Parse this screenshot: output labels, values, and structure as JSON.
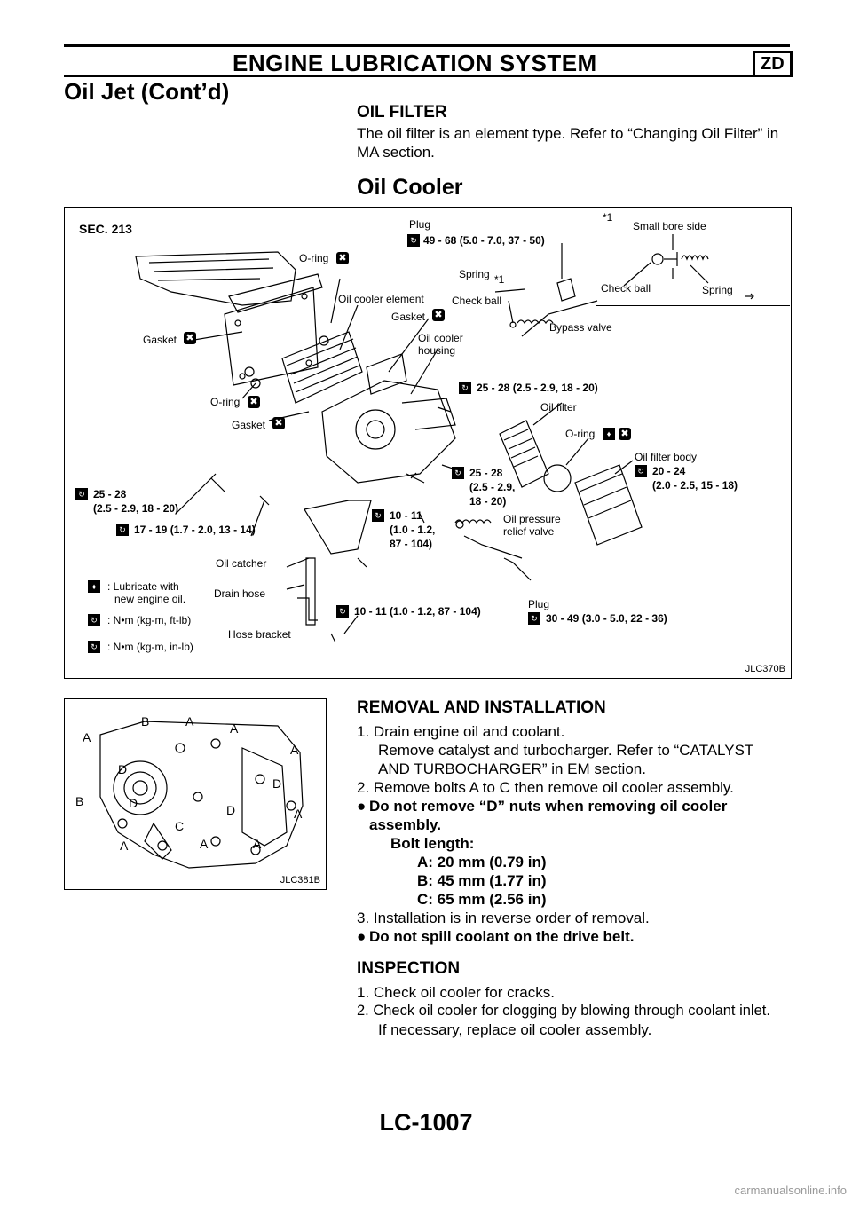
{
  "header": {
    "title": "ENGINE LUBRICATION SYSTEM",
    "badge": "ZD",
    "subtitle": "Oil Jet (Cont’d)"
  },
  "oil_filter": {
    "heading": "OIL FILTER",
    "text_line1": "The oil filter is an element type. Refer to “Changing Oil Filter” in",
    "text_line2": "MA section."
  },
  "oil_cooler": {
    "heading": "Oil Cooler"
  },
  "figure1": {
    "id": "JLC370B",
    "sec": "SEC. 213",
    "labels": {
      "plug_top": "Plug",
      "plug_top_torque": "49 - 68 (5.0 - 7.0, 37 - 50)",
      "note_star": "*1",
      "small_bore": "Small bore side",
      "check_ball_inset": "Check ball",
      "spring_inset": "Spring",
      "o_ring_1": "O-ring",
      "spring": "Spring",
      "spring_star": "*1",
      "oil_cooler_element": "Oil cooler element",
      "check_ball": "Check ball",
      "gasket_1": "Gasket",
      "gasket_left": "Gasket",
      "oil_cooler_housing_1": "Oil cooler",
      "oil_cooler_housing_2": "housing",
      "bypass_valve": "Bypass valve",
      "torque_25_28_top": "25 - 28 (2.5 - 2.9, 18 - 20)",
      "o_ring_2": "O-ring",
      "oil_filter": "Oil filter",
      "gasket_2": "Gasket",
      "o_ring_3": "O-ring",
      "oil_filter_body": "Oil filter body",
      "torque_20_24_a": "20 - 24",
      "torque_20_24_b": "(2.0 - 2.5, 15 - 18)",
      "torque_25_28_mid_a": "25 - 28",
      "torque_25_28_mid_b": "(2.5 - 2.9,",
      "torque_25_28_mid_c": "18 - 20)",
      "torque_25_28_left_a": "25 - 28",
      "torque_25_28_left_b": "(2.5 - 2.9, 18 - 20)",
      "torque_10_11_a": "10 - 11",
      "torque_10_11_b": "(1.0 - 1.2,",
      "torque_10_11_c": "87 - 104)",
      "oil_pressure_1": "Oil pressure",
      "oil_pressure_2": "relief valve",
      "torque_17_19": "17 - 19 (1.7 - 2.0, 13 - 14)",
      "oil_catcher": "Oil catcher",
      "legend_lube_1": ": Lubricate with",
      "legend_lube_2": "new engine oil.",
      "drain_hose": "Drain hose",
      "torque_10_11_bottom": "10 - 11 (1.0 - 1.2, 87 - 104)",
      "plug_bottom": "Plug",
      "plug_bottom_torque": "30 - 49 (3.0 - 5.0, 22 - 36)",
      "legend_nm_ftlb": ": N•m (kg-m, ft-lb)",
      "hose_bracket": "Hose bracket",
      "legend_nm_inlb": ": N•m (kg-m, in-lb)"
    }
  },
  "figure2": {
    "id": "JLC381B",
    "letters": [
      "A",
      "B",
      "A",
      "A",
      "A",
      "D",
      "D",
      "B",
      "D",
      "D",
      "A",
      "C",
      "A",
      "A",
      "A"
    ]
  },
  "removal": {
    "heading": "REMOVAL AND INSTALLATION",
    "l1": "1. Drain engine oil and coolant.",
    "l2": "Remove catalyst and turbocharger. Refer to “CATALYST",
    "l3": "AND TURBOCHARGER” in EM section.",
    "l4": "2. Remove bolts A to C then remove oil cooler assembly.",
    "l5_bullet": "●",
    "l5": "Do not remove “D” nuts when removing oil cooler",
    "l6": "assembly.",
    "l7": "Bolt length:",
    "l8": "A: 20 mm (0.79 in)",
    "l9": "B: 45 mm (1.77 in)",
    "l10": "C: 65 mm (2.56 in)",
    "l11": "3. Installation is in reverse order of removal.",
    "l12_bullet": "●",
    "l12": "Do not spill coolant on the drive belt."
  },
  "inspection": {
    "heading": "INSPECTION",
    "l1": "1. Check oil cooler for cracks.",
    "l2": "2. Check oil cooler for clogging by blowing through coolant inlet.",
    "l3": "If necessary, replace oil cooler assembly."
  },
  "footer": {
    "page": "LC-1007"
  },
  "watermark": "carmanualsonline.info",
  "icons": {
    "x_icon": "✖",
    "torque_icon": "↻",
    "oil_icon": "♦"
  }
}
